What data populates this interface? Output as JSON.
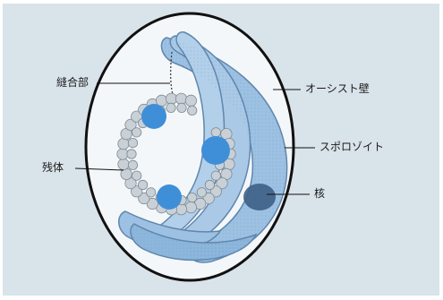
{
  "labels": {
    "suture": "縫合部",
    "oocyst_wall": "オーシスト壁",
    "residual_body": "残体",
    "sporozoite": "スポロゾイト",
    "nucleus": "核"
  },
  "colors": {
    "background": "#d9e3ea",
    "oocyst_fill": "#f4f7f9",
    "oocyst_outline": "#111111",
    "sporozoite_fill": "#9dc1e2",
    "sporozoite_edge": "#5f86ad",
    "residual_granule": "#c9d0d6",
    "blue_globule": "#3f8fd8",
    "nucleus": "#3d5f86"
  }
}
